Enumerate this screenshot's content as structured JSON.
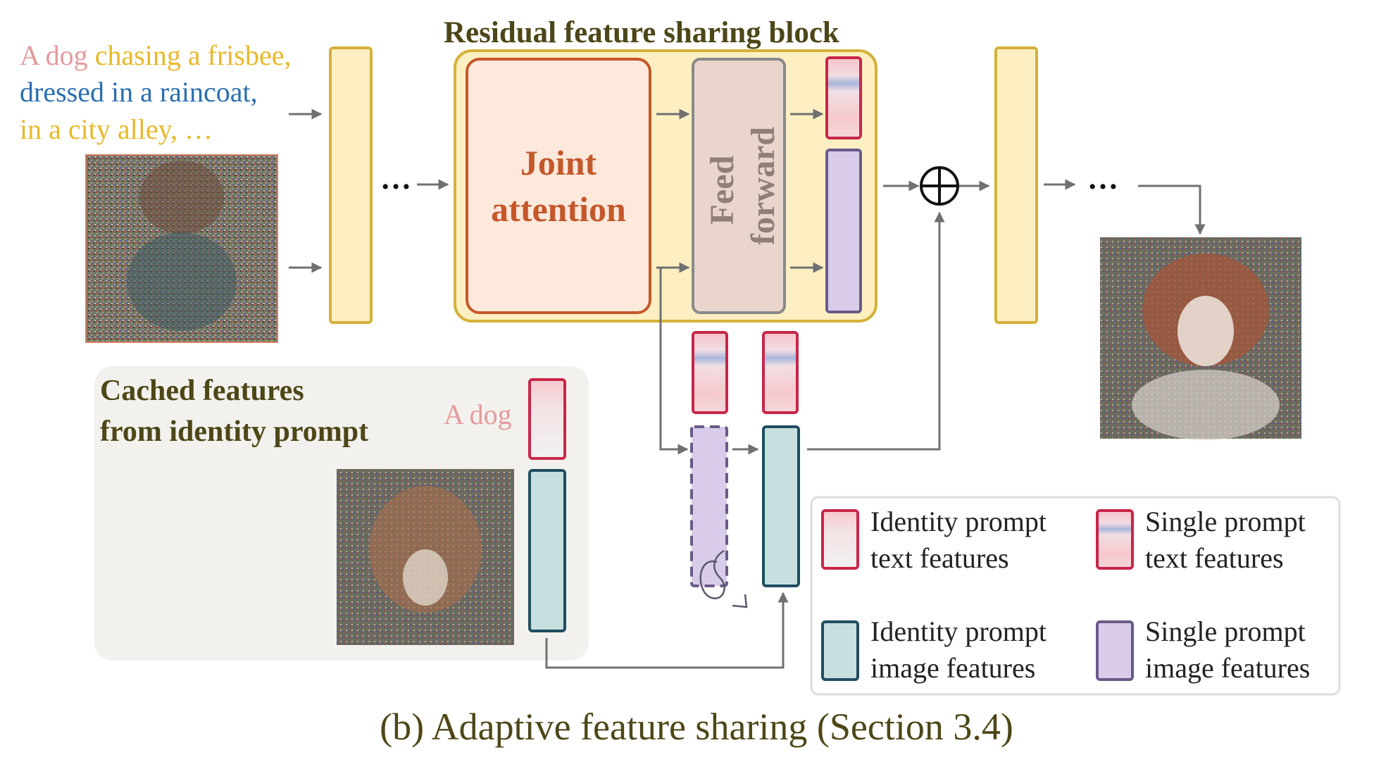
{
  "block_title": "Residual feature sharing block",
  "prompt": {
    "part1": "A dog",
    "part2": " chasing a frisbee,",
    "line2": "dressed in a raincoat,",
    "line3": "in a city alley, …"
  },
  "joint_attention": {
    "line1": "Joint",
    "line2": "attention"
  },
  "feed_forward": {
    "line1": "Feed",
    "line2": "forward"
  },
  "ellipsis": "…",
  "cached": {
    "line1": "Cached features",
    "line2": "from identity prompt",
    "prompt_label": "A dog"
  },
  "legend": {
    "identity_text": [
      "Identity prompt",
      "text features"
    ],
    "single_text": [
      "Single prompt",
      "text features"
    ],
    "identity_image": [
      "Identity prompt",
      "image features"
    ],
    "single_image": [
      "Single prompt",
      "image features"
    ]
  },
  "caption": "(b) Adaptive feature sharing (Section 3.4)",
  "colors": {
    "yellow_fill": "#fdefc2",
    "yellow_stroke": "#d4b13a",
    "joint_fill": "#fde8dc",
    "joint_stroke": "#c4582b",
    "joint_text": "#c4582b",
    "ff_fill": "#ead5cc",
    "ff_stroke": "#8a8a8a",
    "ff_text": "#8f7f78",
    "text_feat_stroke": "#c8264a",
    "teal_fill": "#c8dfe0",
    "teal_stroke": "#1f4e60",
    "purple_fill": "#d9ccea",
    "purple_stroke": "#6a5a88",
    "olive_text": "#4d4718",
    "prompt_pink": "#e39a9c",
    "prompt_yellow": "#e8b82a",
    "prompt_blue": "#2a6eb0",
    "arrow": "#707070"
  }
}
